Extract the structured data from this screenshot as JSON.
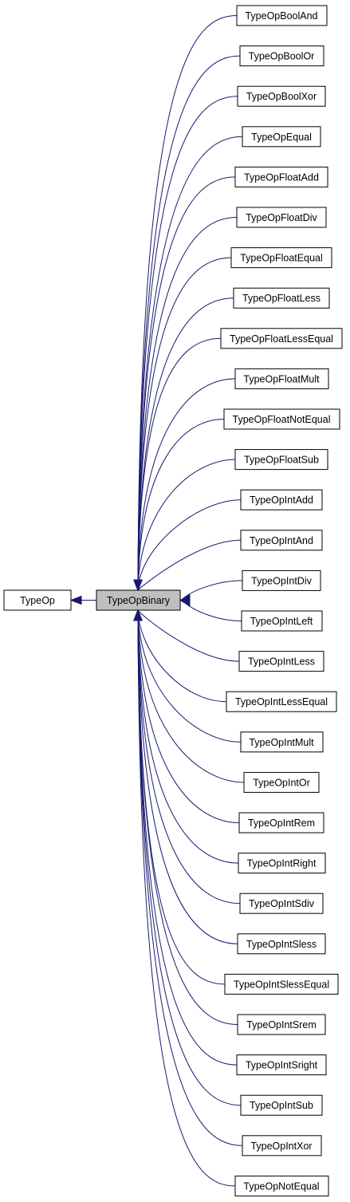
{
  "diagram": {
    "edge_color": "#191970",
    "active_fill": "#bfbfbf",
    "root": {
      "label": "TypeOp"
    },
    "focus": {
      "label": "TypeOpBinary"
    },
    "children": [
      "TypeOpBoolAnd",
      "TypeOpBoolOr",
      "TypeOpBoolXor",
      "TypeOpEqual",
      "TypeOpFloatAdd",
      "TypeOpFloatDiv",
      "TypeOpFloatEqual",
      "TypeOpFloatLess",
      "TypeOpFloatLessEqual",
      "TypeOpFloatMult",
      "TypeOpFloatNotEqual",
      "TypeOpFloatSub",
      "TypeOpIntAdd",
      "TypeOpIntAnd",
      "TypeOpIntDiv",
      "TypeOpIntLeft",
      "TypeOpIntLess",
      "TypeOpIntLessEqual",
      "TypeOpIntMult",
      "TypeOpIntOr",
      "TypeOpIntRem",
      "TypeOpIntRight",
      "TypeOpIntSdiv",
      "TypeOpIntSless",
      "TypeOpIntSlessEqual",
      "TypeOpIntSrem",
      "TypeOpIntSright",
      "TypeOpIntSub",
      "TypeOpIntXor",
      "TypeOpNotEqual"
    ]
  }
}
